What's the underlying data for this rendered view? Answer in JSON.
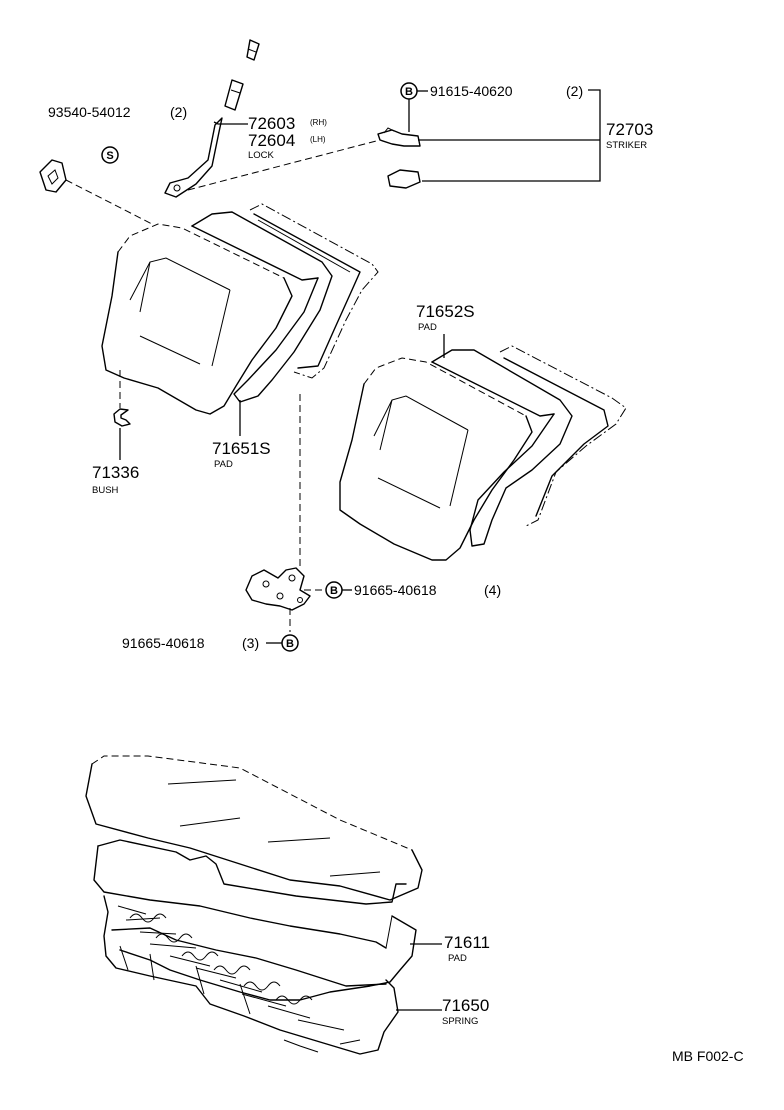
{
  "diagram": {
    "labels": {
      "screw_93540": {
        "number": "93540-54012",
        "qty": "(2)"
      },
      "screw_symbol": "S",
      "bolt_91615": {
        "number": "91615-40620",
        "qty": "(2)"
      },
      "bolt_symbol": "B",
      "lock": {
        "number_rh": "72603",
        "tag_rh": "(RH)",
        "number_lh": "72604",
        "tag_lh": "(LH)",
        "name": "LOCK"
      },
      "striker": {
        "number": "72703",
        "name": "STRIKER"
      },
      "bush": {
        "number": "71336",
        "name": "BUSH"
      },
      "pad_back_left": {
        "number": "71651S",
        "name": "PAD"
      },
      "pad_back_right": {
        "number": "71652S",
        "name": "PAD"
      },
      "bolt_91665_right": {
        "number": "91665-40618",
        "qty": "(4)"
      },
      "bolt_91665_left": {
        "number": "91665-40618",
        "qty": "(3)"
      },
      "cushion_pad": {
        "number": "71611",
        "name": "PAD"
      },
      "cushion_spring": {
        "number": "71650",
        "name": "SPRING"
      }
    },
    "figure_code": "MB F002-C"
  }
}
